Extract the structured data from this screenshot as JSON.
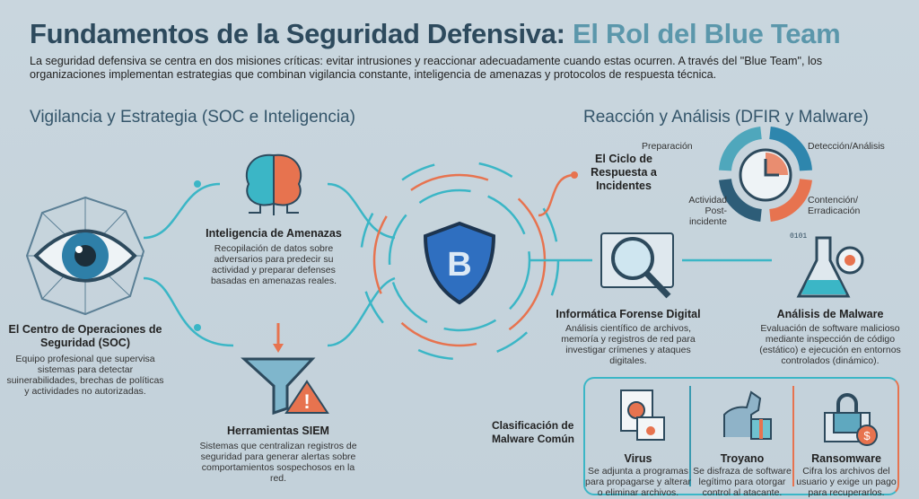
{
  "title": {
    "main": "Fundamentos de la Seguridad Defensiva:",
    "highlight": "El Rol del Blue Team"
  },
  "subtitle": "La seguridad defensiva se centra en dos misiones críticas: evitar intrusiones y reaccionar adecuadamente cuando estas ocurren. A través del \"Blue Team\", los organizaciones implementan estrategias que combinan vigilancia constante, inteligencia de amenazas y protocolos de respuesta técnica.",
  "left_section": {
    "heading": "Vigilancia y Estrategia (SOC e Inteligencia)",
    "soc": {
      "title": "El Centro de Operaciones de Seguridad (SOC)",
      "desc": "Equipo profesional que supervisa sistemas para detectar suinerabilidades, brechas de políticas y actividades no autorizadas."
    },
    "intel": {
      "title": "Inteligencia de Amenazas",
      "desc": "Recopilación de datos sobre adversarios para predecir su actividad y preparar defenses basadas en amenazas reales."
    },
    "siem": {
      "title": "Herramientas SIEM",
      "desc": "Sistemas que centralizan registros de seguridad para generar alertas sobre comportamientos sospechosos en la red."
    }
  },
  "right_section": {
    "heading": "Reacción y Análisis (DFIR y Malware)",
    "cycle": {
      "title": "El Ciclo de Respuesta a Incidentes",
      "stages": [
        "Preparación",
        "Detección/Análisis",
        "Contención/ Erradicación",
        "Actividad Post-incidente"
      ]
    },
    "forensics": {
      "title": "Informática Forense Digital",
      "desc": "Análisis científico de archivos, memoría y registros de red para investigar crímenes y ataques digitales."
    },
    "malware_analysis": {
      "title": "Análisis de Malware",
      "desc": "Evaluación de software malicioso mediante inspección de código (estático) e ejecución en entornos controlados (dinámico)."
    },
    "classification": {
      "title": "Clasificación de Malware Común",
      "types": [
        {
          "name": "Virus",
          "desc": "Se adjunta a programas para propagarse y alterar o eliminar archivos."
        },
        {
          "name": "Troyano",
          "desc": "Se disfraza de software legítimo para otorgar control al atacante."
        },
        {
          "name": "Ransomware",
          "desc": "Cifra los archivos del usuario y exige un pago para recuperarlos."
        }
      ]
    }
  },
  "colors": {
    "cyan": "#3bb6c6",
    "orange": "#e7734f",
    "navy": "#2d4a5d",
    "shield": "#2f6fc0"
  }
}
